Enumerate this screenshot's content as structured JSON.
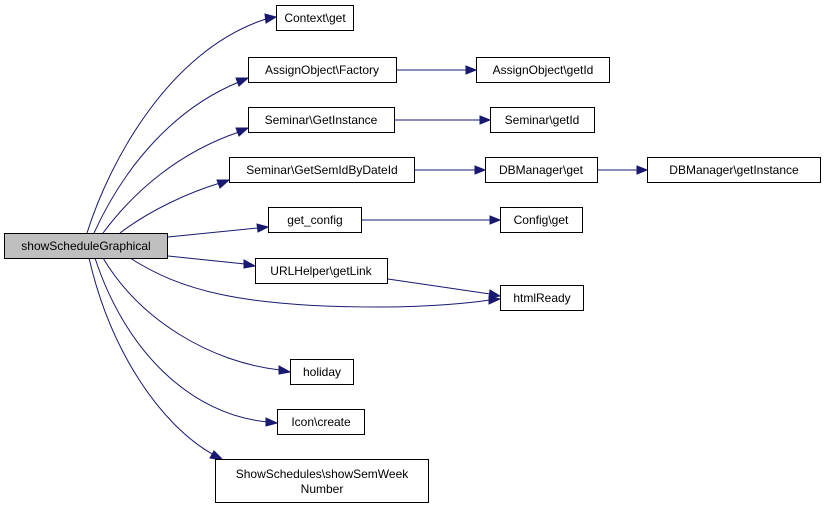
{
  "diagram": {
    "type": "call-graph",
    "root": "showScheduleGraphical",
    "colors": {
      "edge": "#191970",
      "root_fill": "#bfbfbf",
      "node_fill": "#ffffff",
      "border": "#000000"
    },
    "nodes": {
      "root": "showScheduleGraphical",
      "context_get": "Context\\get",
      "assign_factory": "AssignObject\\Factory",
      "assign_getid": "AssignObject\\getId",
      "seminar_getinstance": "Seminar\\GetInstance",
      "seminar_getid": "Seminar\\getId",
      "seminar_getsemid": "Seminar\\GetSemIdByDateId",
      "dbmanager_get": "DBManager\\get",
      "dbmanager_getinstance": "DBManager\\getInstance",
      "get_config": "get_config",
      "config_get": "Config\\get",
      "urlhelper_getlink": "URLHelper\\getLink",
      "htmlready": "htmlReady",
      "holiday": "holiday",
      "icon_create": "Icon\\create",
      "showsemweek_line1": "ShowSchedules\\showSemWeek",
      "showsemweek_line2": "Number"
    },
    "edges": [
      [
        "root",
        "context_get"
      ],
      [
        "root",
        "assign_factory"
      ],
      [
        "root",
        "seminar_getinstance"
      ],
      [
        "root",
        "seminar_getsemid"
      ],
      [
        "root",
        "get_config"
      ],
      [
        "root",
        "urlhelper_getlink"
      ],
      [
        "root",
        "htmlready"
      ],
      [
        "root",
        "holiday"
      ],
      [
        "root",
        "icon_create"
      ],
      [
        "root",
        "showsemweek"
      ],
      [
        "assign_factory",
        "assign_getid"
      ],
      [
        "seminar_getinstance",
        "seminar_getid"
      ],
      [
        "seminar_getsemid",
        "dbmanager_get"
      ],
      [
        "dbmanager_get",
        "dbmanager_getinstance"
      ],
      [
        "get_config",
        "config_get"
      ],
      [
        "urlhelper_getlink",
        "htmlready"
      ]
    ]
  }
}
